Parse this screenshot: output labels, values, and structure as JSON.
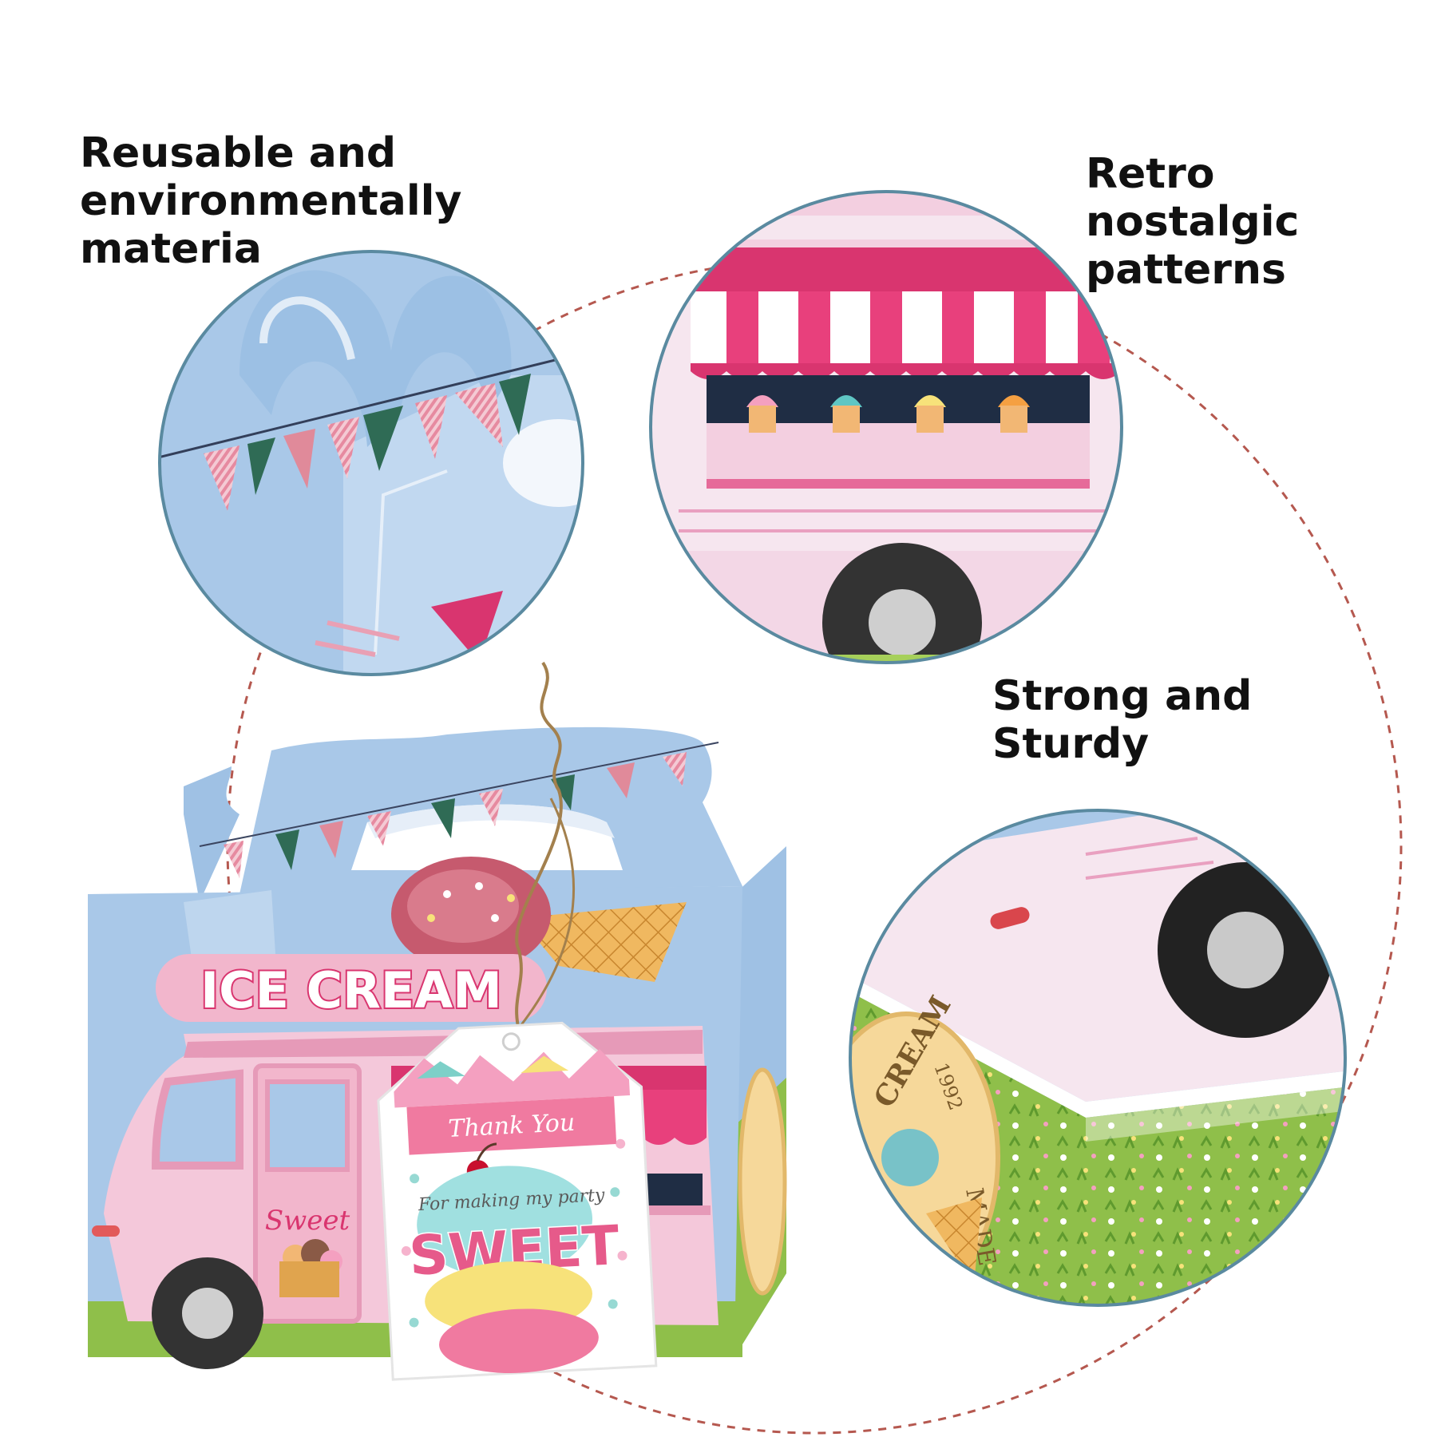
{
  "captions": {
    "reusable": [
      "Reusable and",
      "environmentally",
      "materia"
    ],
    "retro": [
      "Retro nostalgic",
      "patterns"
    ],
    "strong": [
      "Strong and",
      "Sturdy"
    ]
  },
  "box": {
    "banner": "ICE CREAM",
    "van_sign": "Sweet"
  },
  "tag": {
    "header": "Thank You",
    "script": "For making my party",
    "big": "SWEET"
  },
  "zoom_detail": {
    "stamp_word": "CREAM",
    "stamp_year": "1992",
    "stamp_made": "MADE"
  },
  "colors": {
    "sky": "#a9c8e8",
    "pink": "#f2b6cc",
    "hot_pink": "#d9356f",
    "grass": "#8fbf4a",
    "ring": "#5a8aa0",
    "dashes": "#b5584f"
  }
}
